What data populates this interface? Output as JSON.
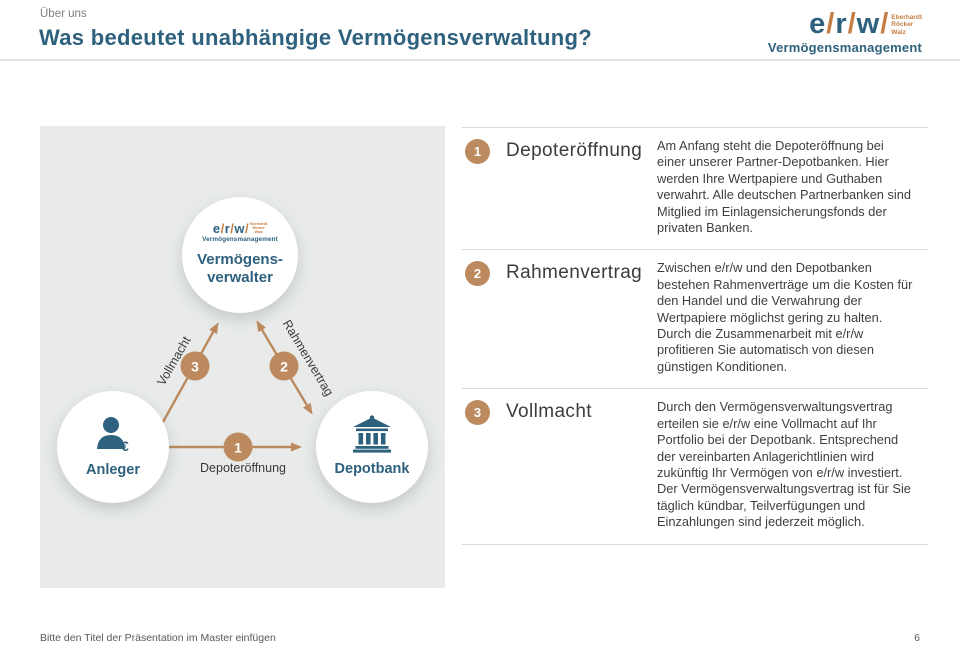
{
  "colors": {
    "teal": "#2E617E",
    "copper": "#BC8A5E",
    "copper-logo": "#C57F44",
    "panel-bg": "#E8EBE9",
    "text-dark": "#3F3F3F",
    "divider": "#D9D9D9",
    "muted": "#7F7F7F"
  },
  "header": {
    "eyebrow": "Über uns",
    "title": "Was bedeutet unabhängige Vermögensverwaltung?"
  },
  "logo": {
    "letter_e": "e",
    "letter_r": "r",
    "letter_w": "w",
    "slash": "/",
    "names": [
      "Eberhardt",
      "Röcker",
      "Walz"
    ],
    "subtitle": "Vermögensmanagement"
  },
  "diagram": {
    "center_node": {
      "label_line1": "Vermögens-",
      "label_line2": "verwalter"
    },
    "left_node": {
      "label": "Anleger"
    },
    "right_node": {
      "label": "Depotbank"
    },
    "edges": [
      {
        "num": "1",
        "label": "Depoteröffnung"
      },
      {
        "num": "2",
        "label": "Rahmenvertrag"
      },
      {
        "num": "3",
        "label": "Vollmacht"
      }
    ]
  },
  "sections": [
    {
      "num": "1",
      "title": "Depoteröffnung",
      "body": "Am Anfang steht die Depoteröffnung bei einer unserer Partner-Depotbanken. Hier werden Ihre Wertpapiere und Guthaben verwahrt. Alle deutschen Partnerbanken sind Mitglied im Einlagensicherungsfonds der privaten Banken."
    },
    {
      "num": "2",
      "title": "Rahmenvertrag",
      "body": "Zwischen e/r/w und den Depotbanken bestehen Rahmenverträge um die Kosten für den Handel und die Verwahrung der Wertpapiere möglichst gering zu halten. Durch die Zusammenarbeit mit e/r/w profitieren Sie automatisch von diesen günstigen Konditionen."
    },
    {
      "num": "3",
      "title": "Vollmacht",
      "body": "Durch den Vermögensverwaltungsvertrag erteilen sie e/r/w eine Vollmacht auf Ihr Portfolio bei der Depotbank. Entsprechend der vereinbarten Anlagerichtlinien wird zukünftig Ihr Vermögen von e/r/w investiert. Der Vermögensverwaltungsvertrag ist für Sie täglich kündbar, Teilverfügungen und Einzahlungen sind jederzeit möglich."
    }
  ],
  "footer": {
    "left": "Bitte den Titel der Präsentation im Master einfügen",
    "page": "6"
  }
}
